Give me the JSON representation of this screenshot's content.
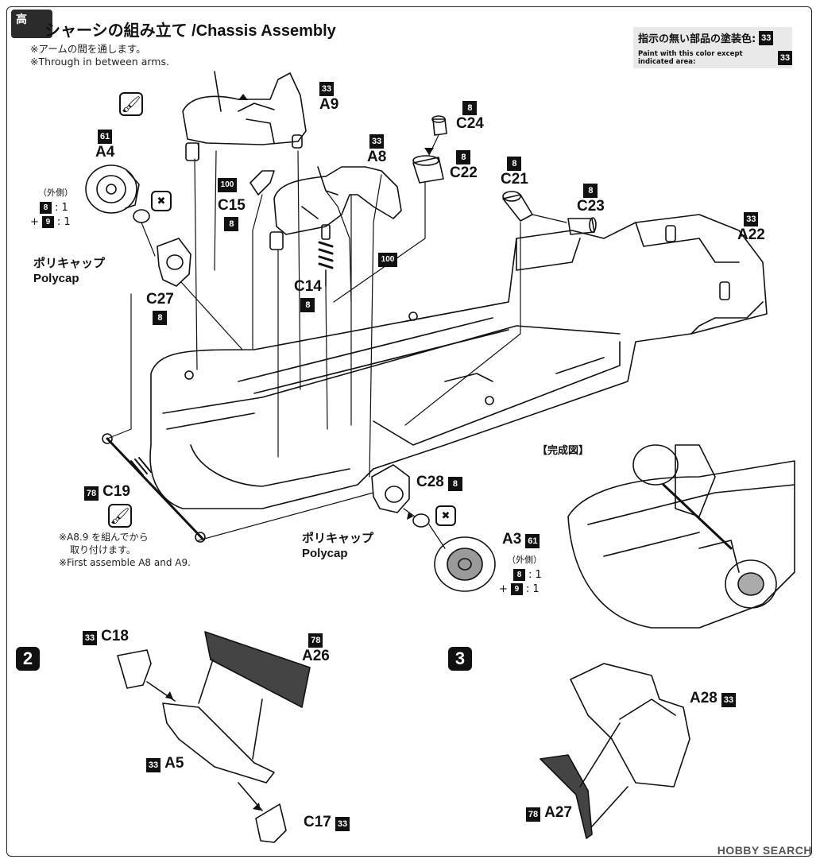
{
  "header": {
    "logo_text": "高",
    "title_ja": "シャーシの組み立て",
    "title_en": "/Chassis Assembly",
    "note_ja": "※アームの間を通します。",
    "note_en": "※Through in between arms."
  },
  "paint_info": {
    "line1": "指示の無い部品の塗装色:",
    "line1_code": "33",
    "line2": "Paint with this color except indicated area:",
    "line2_code": "33"
  },
  "parts": {
    "a9": {
      "code": "33",
      "label": "A9"
    },
    "a4": {
      "code": "61",
      "label": "A4"
    },
    "a4_outer": "（外側）",
    "a4_mix1_code": "8",
    "a4_mix1_ratio": ": 1",
    "a4_mix2_plus": "+",
    "a4_mix2_code": "9",
    "a4_mix2_ratio": ": 1",
    "c15": {
      "code": "8",
      "label": "C15",
      "code_left": "100"
    },
    "a8": {
      "code": "33",
      "label": "A8"
    },
    "c24": {
      "code": "8",
      "label": "C24"
    },
    "c22": {
      "code": "8",
      "label": "C22"
    },
    "c21": {
      "code": "8",
      "label": "C21"
    },
    "c23": {
      "code": "8",
      "label": "C23"
    },
    "a22": {
      "code": "33",
      "label": "A22"
    },
    "c14": {
      "code": "8",
      "label": "C14",
      "spring_code": "100"
    },
    "c27": {
      "code": "8",
      "label": "C27"
    },
    "polycap1_ja": "ポリキャップ",
    "polycap1_en": "Polycap",
    "c19": {
      "code": "78",
      "label": "C19"
    },
    "c19_note_ja1": "※A8.9 を組んでから",
    "c19_note_ja2": "取り付けます。",
    "c19_note_en": "※First assemble A8 and A9.",
    "c28": {
      "code": "8",
      "label": "C28"
    },
    "polycap2_ja": "ポリキャップ",
    "polycap2_en": "Polycap",
    "a3": {
      "code": "61",
      "label": "A3"
    },
    "a3_outer": "（外側）",
    "a3_mix1_code": "8",
    "a3_mix1_ratio": ": 1",
    "a3_mix2_plus": "+",
    "a3_mix2_code": "9",
    "a3_mix2_ratio": ": 1",
    "complete_label": "【完成図】"
  },
  "step2": {
    "number": "2",
    "c18": {
      "code": "33",
      "label": "C18"
    },
    "a26": {
      "code": "78",
      "label": "A26"
    },
    "a5": {
      "code": "33",
      "label": "A5"
    },
    "c17": {
      "code": "33",
      "label": "C17"
    }
  },
  "step3": {
    "number": "3",
    "a28": {
      "code": "33",
      "label": "A28"
    },
    "a27": {
      "code": "78",
      "label": "A27"
    }
  },
  "watermark": "HOBBY SEARCH"
}
